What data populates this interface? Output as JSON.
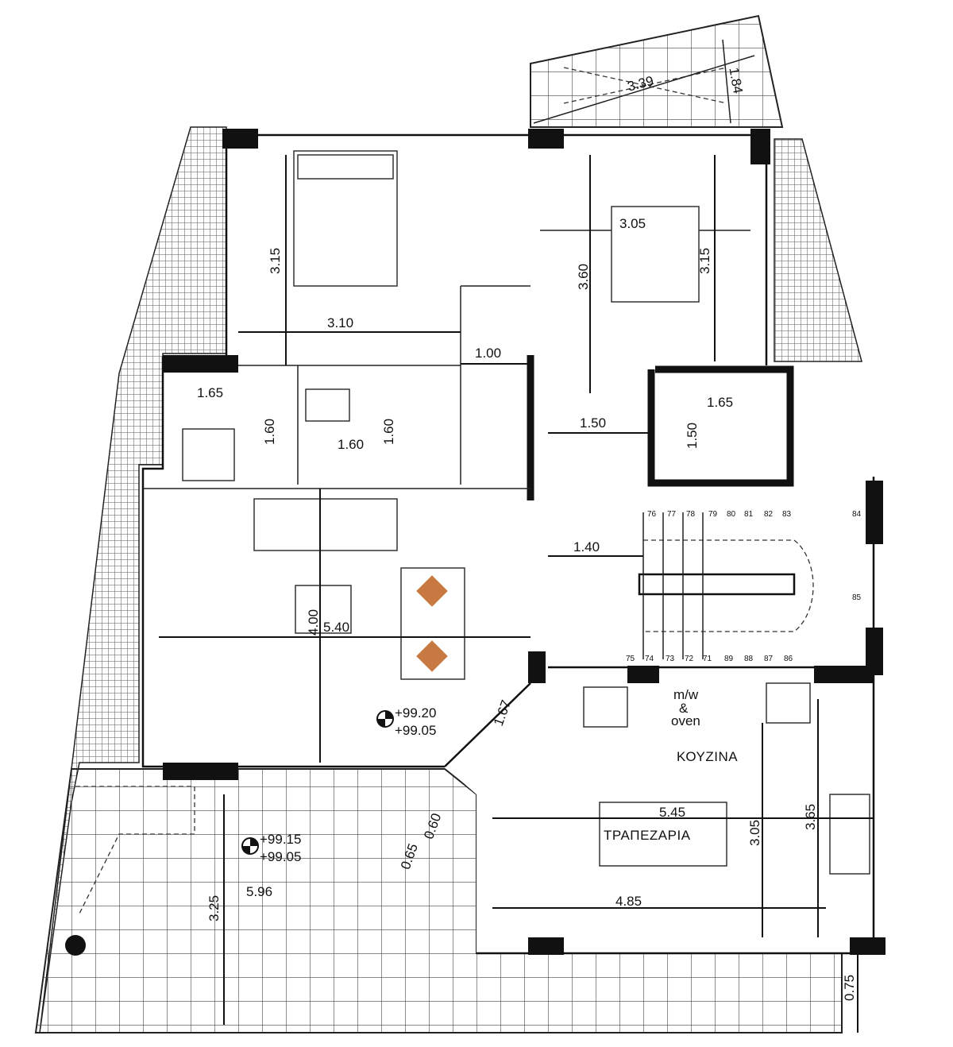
{
  "plan": {
    "rooms": {
      "kitchen": "ΚΟΥΖΙΝΑ",
      "dining": "ΤΡΑΠΕΖΑΡΙΑ",
      "appliance_line1": "m/w",
      "appliance_line2": "&",
      "appliance_line3": "oven"
    },
    "dimensions": {
      "balcony_width": "3.39",
      "balcony_depth": "1.84",
      "bed1_height": "3.15",
      "bed1_width": "3.10",
      "closet_height": "3.60",
      "bed2_width": "3.05",
      "bed2_height": "3.15",
      "hall_width": "1.00",
      "bath1_width": "1.65",
      "bath1_height": "1.60",
      "wc_width": "1.60",
      "wc_height": "1.60",
      "lobby_width": "1.50",
      "lift_width": "1.65",
      "lift_height": "1.50",
      "stair_landing": "1.40",
      "living_height": "4.00",
      "living_width": "5.40",
      "diagonal": "1.67",
      "dining_width": "5.45",
      "dining_height": "3.05",
      "kitchen_height": "3.65",
      "dining_inner": "4.85",
      "entry_a": "0.60",
      "entry_b": "0.65",
      "terrace_height": "3.25",
      "terrace_width": "5.96",
      "strip": "0.75"
    },
    "levels": {
      "living_top": "+99.20",
      "living_bottom": "+99.05",
      "terrace_top": "+99.15",
      "terrace_bottom": "+99.05"
    },
    "stairs": {
      "top": [
        "76",
        "77",
        "78",
        "79",
        "80",
        "81",
        "82",
        "83",
        "84"
      ],
      "right": "85",
      "bottom": [
        "75",
        "74",
        "73",
        "72",
        "71",
        "89",
        "88",
        "87",
        "86"
      ]
    }
  }
}
